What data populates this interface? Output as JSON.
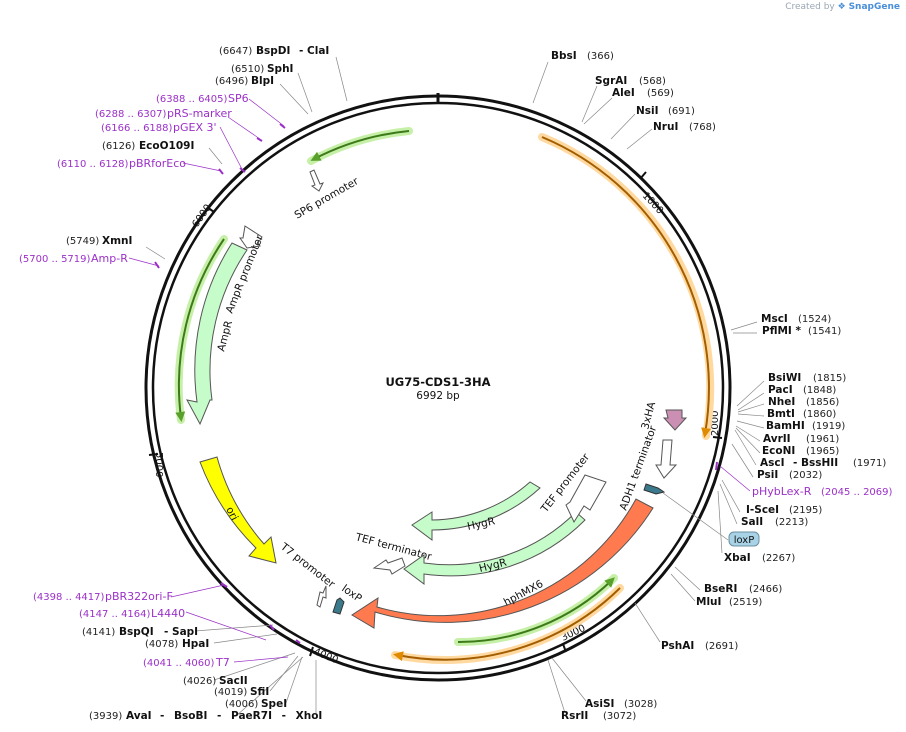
{
  "credit": {
    "prefix": "Created by",
    "brand": "SnapGene"
  },
  "plasmid": {
    "name": "UG75-CDS1-3HA",
    "length_label": "6992 bp"
  },
  "ticks": [
    "1000",
    "2000",
    "3000",
    "4000",
    "5000",
    "6000"
  ],
  "enzymes": [
    {
      "pos": "(6647)",
      "name": "BspDI",
      "extra": "- ClaI"
    },
    {
      "pos": "(6510)",
      "name": "SphI"
    },
    {
      "pos": "(6496)",
      "name": "BlpI"
    },
    {
      "pos": "(6126)",
      "name": "EcoO109I"
    },
    {
      "pos": "(5749)",
      "name": "XmnI"
    },
    {
      "name": "BbsI",
      "pos": "(366)"
    },
    {
      "name": "SgrAI",
      "pos": "(568)"
    },
    {
      "name": "AleI",
      "pos": "(569)"
    },
    {
      "name": "NsiI",
      "pos": "(691)"
    },
    {
      "name": "NruI",
      "pos": "(768)"
    },
    {
      "name": "MscI",
      "pos": "(1524)"
    },
    {
      "name": "PflMI *",
      "pos": "(1541)"
    },
    {
      "name": "BsiWI",
      "pos": "(1815)"
    },
    {
      "name": "PacI",
      "pos": "(1848)"
    },
    {
      "name": "NheI",
      "pos": "(1856)"
    },
    {
      "name": "BmtI",
      "pos": "(1860)"
    },
    {
      "name": "BamHI",
      "pos": "(1919)"
    },
    {
      "name": "AvrII",
      "pos": "(1961)"
    },
    {
      "name": "EcoNI",
      "pos": "(1965)"
    },
    {
      "name": "AscI",
      "extra": "- BssHII",
      "pos": "(1971)"
    },
    {
      "name": "PsiI",
      "pos": "(2032)"
    },
    {
      "name": "I-SceI",
      "pos": "(2195)"
    },
    {
      "name": "SalI",
      "pos": "(2213)"
    },
    {
      "name": "XbaI",
      "pos": "(2267)"
    },
    {
      "name": "BseRI",
      "pos": "(2466)"
    },
    {
      "name": "MluI",
      "pos": "(2519)"
    },
    {
      "name": "PshAI",
      "pos": "(2691)"
    },
    {
      "name": "AsiSI",
      "pos": "(3028)"
    },
    {
      "name": "RsrII",
      "pos": "(3072)"
    },
    {
      "pos": "(4141)",
      "name": "BspQI",
      "extra": "- SapI"
    },
    {
      "pos": "(4078)",
      "name": "HpaI"
    },
    {
      "pos": "(4026)",
      "name": "SacII"
    },
    {
      "pos": "(4019)",
      "name": "SfiI"
    },
    {
      "pos": "(4006)",
      "name": "SpeI"
    },
    {
      "pos": "(3939)",
      "name": "AvaI",
      "extra": "- BsoBI - PaeR7I - XhoI"
    }
  ],
  "primers": [
    {
      "range": "(6388 .. 6405)",
      "name": "SP6"
    },
    {
      "range": "(6288 .. 6307)",
      "name": "pRS-marker"
    },
    {
      "range": "(6166 .. 6188)",
      "name": "pGEX 3'"
    },
    {
      "range": "(6110 .. 6128)",
      "name": "pBRforEco"
    },
    {
      "range": "(5700 .. 5719)",
      "name": "Amp-R"
    },
    {
      "name": "pHybLex-R",
      "range": "(2045 .. 2069)"
    },
    {
      "range": "(4398 .. 4417)",
      "name": "pBR322ori-F"
    },
    {
      "range": "(4147 .. 4164)",
      "name": "L4440"
    },
    {
      "range": "(4041 .. 4060)",
      "name": "T7"
    }
  ],
  "features": {
    "sp6_promoter": "SP6 promoter",
    "ampr_promoter": "AmpR promoter",
    "ampr": "AmpR",
    "ori": "ori",
    "t7_promoter": "T7 promoter",
    "loxp_left": "loxP",
    "loxp_box": "loxP",
    "hyg_r_1": "HygR",
    "hyg_r_2": "HygR",
    "tef_promoter": "TEF promoter",
    "tef_terminator": "TEF terminator",
    "hphmx6": "hphMX6",
    "adh1_terminator": "ADH1 terminator",
    "three_x_ha": "3xHA"
  },
  "colors": {
    "green_arrow": "#5aa02c",
    "green_highlight": "#c6f0a8",
    "orange_arrow": "#e08a00",
    "orange_highlight": "#ffd9a0",
    "ampr_fill": "#c6fcc9",
    "ori_fill": "#ffff00",
    "hph_fill": "#ff7b4f",
    "ha_fill": "#cc8fb4",
    "loxp_fill": "#3a7a8c",
    "primer_color": "#9b30c8"
  }
}
